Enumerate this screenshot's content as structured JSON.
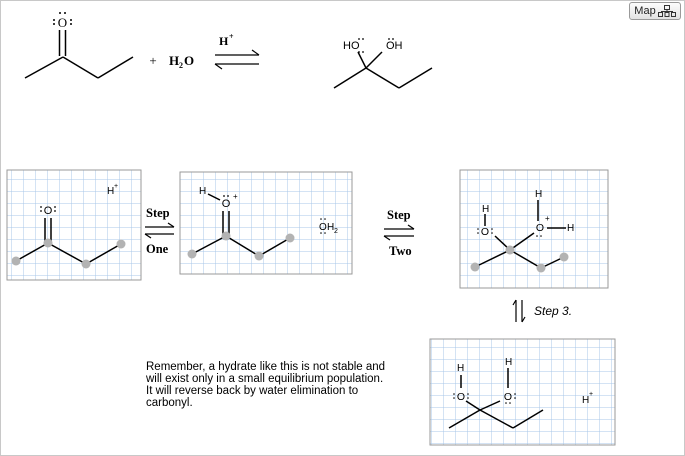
{
  "map_button": {
    "label": "Map",
    "icon": "hierarchy-icon"
  },
  "top_reaction": {
    "oxygen": "O",
    "plus": "+",
    "water": "H",
    "water_sub": "2",
    "water_o": "O",
    "catalyst": "H",
    "catalyst_sup": "+",
    "hydrate_left_oh": "HO",
    "hydrate_right_oh": "OH"
  },
  "panel1": {
    "oxygen": "O",
    "proton": "H",
    "proton_sup": "+"
  },
  "step_one": {
    "word1": "Step",
    "word2": "One"
  },
  "panel2": {
    "h": "H",
    "oxygen": "O",
    "charge": "+"
  },
  "free_water": {
    "oxygen": "O",
    "h": "H",
    "sub": "2"
  },
  "step_two": {
    "word1": "Step",
    "word2": "Two"
  },
  "panel3": {
    "h_left": "H",
    "o_left": "O",
    "h_top": "H",
    "o_right": "O",
    "h_right": "H",
    "charge": "+"
  },
  "step_three": {
    "label": "Step 3."
  },
  "note": {
    "line1": "Remember, a hydrate like this is not stable and",
    "line2": "will exist only in a small equilibrium population.",
    "line3": "It will reverse back by water elimination to",
    "line4": "carbonyl."
  },
  "panel4": {
    "h_left": "H",
    "o_left": "O",
    "h_right": "H",
    "o_right": "O",
    "proton": "H",
    "proton_sup": "+"
  },
  "colors": {
    "grid": "#a9c7e8",
    "atom": "#b3b3b3",
    "border": "#c8c8c8"
  }
}
